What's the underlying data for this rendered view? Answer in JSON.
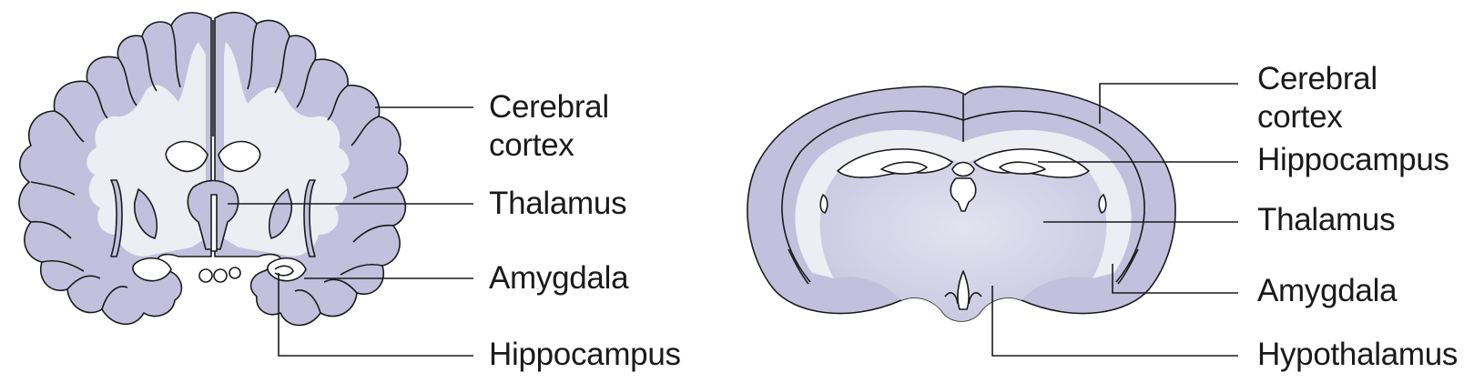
{
  "colors": {
    "tissue": "#c2c0dd",
    "white_matter": "#ededf4",
    "outline": "#1a1a1a",
    "label_text": "#1a1a1a"
  },
  "human_panel": {
    "labels": {
      "cerebral_cortex": [
        "Cerebral",
        "cortex"
      ],
      "thalamus": "Thalamus",
      "amygdala": "Amygdala",
      "hippocampus": "Hippocampus"
    }
  },
  "mouse_panel": {
    "labels": {
      "cerebral_cortex": [
        "Cerebral",
        "cortex"
      ],
      "hippocampus": "Hippocampus",
      "thalamus": "Thalamus",
      "amygdala": "Amygdala",
      "hypothalamus": "Hypothalamus"
    }
  }
}
